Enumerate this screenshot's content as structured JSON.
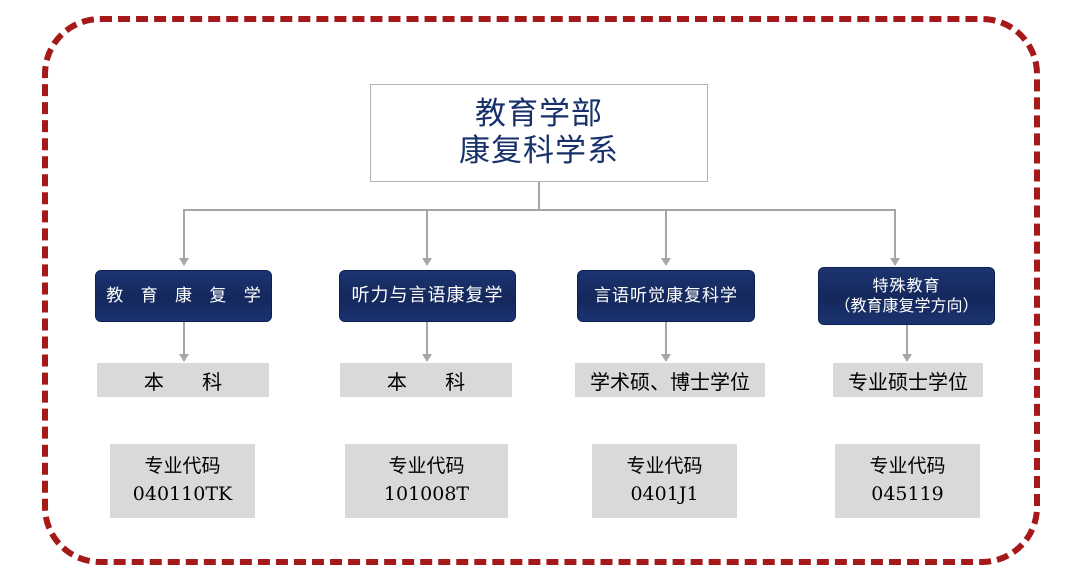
{
  "diagram": {
    "frame": {
      "name": "dashed-red-border",
      "color": "#A51919"
    },
    "root": {
      "line1": "教育学部",
      "line2": "康复科学系",
      "text_color": "#17316B",
      "border_color": "#B3B3B3"
    },
    "accent_blue": "#1C3470",
    "grey_fill": "#D9D9D9",
    "connector_color": "#A6A6A6",
    "branches": [
      {
        "program": "教 育 康 复 学",
        "program_line2": "",
        "degree": "本    科",
        "code_label": "专业代码",
        "code_value": "040110TK"
      },
      {
        "program": "听力与言语康复学",
        "program_line2": "",
        "degree": "本    科",
        "code_label": "专业代码",
        "code_value": "101008T"
      },
      {
        "program": "言语听觉康复科学",
        "program_line2": "",
        "degree": "学术硕、博士学位",
        "code_label": "专业代码",
        "code_value": "0401J1"
      },
      {
        "program": "特殊教育",
        "program_line2": "（教育康复学方向）",
        "degree": "专业硕士学位",
        "code_label": "专业代码",
        "code_value": "045119"
      }
    ]
  }
}
